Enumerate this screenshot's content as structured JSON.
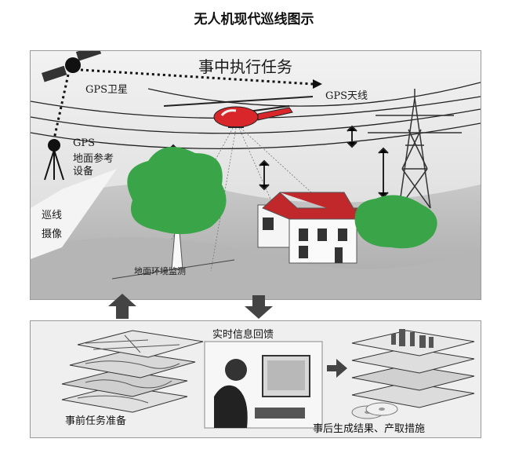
{
  "page_title": "无人机现代巡线图示",
  "scene": {
    "mission_title": "事中执行任务",
    "gps_satellite": "GPS卫星",
    "gps_antenna": "GPS天线",
    "gps_ref_line1": "GPS",
    "gps_ref_line2": "地面参考",
    "gps_ref_line3": "设备",
    "patrol_line1": "巡线",
    "patrol_line2": "摄像",
    "ground_monitor": "地面环境监测"
  },
  "bottom": {
    "feedback": "实时信息回馈",
    "preparation": "事前任务准备",
    "results": "事后生成结果、产取措施"
  },
  "colors": {
    "tree": "#3aa548",
    "helicopter": "#d8262a",
    "roof": "#c0282b",
    "arrow": "#444444"
  }
}
